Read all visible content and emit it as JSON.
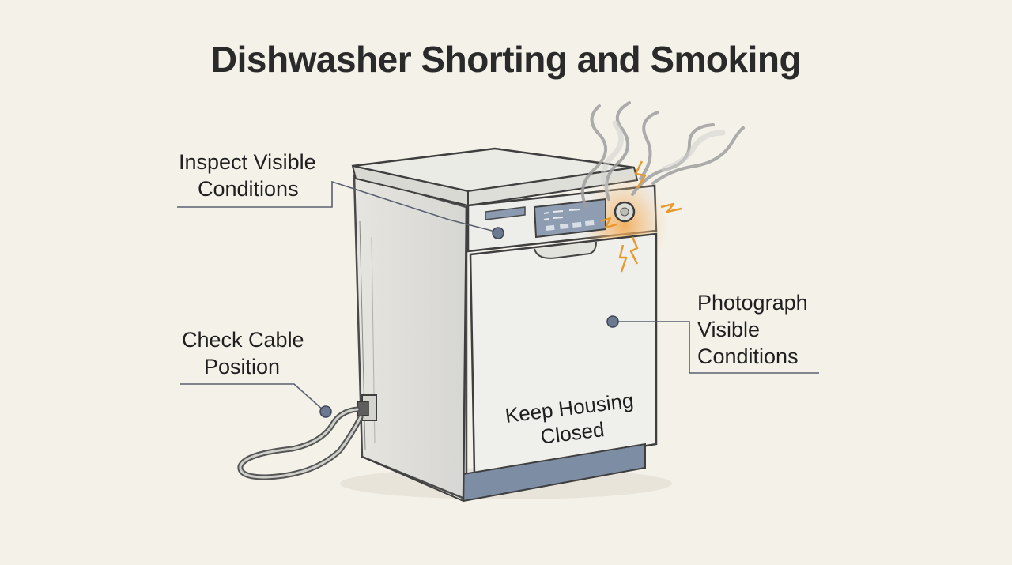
{
  "title": "Dishwasher Shorting and Smoking",
  "callouts": {
    "inspect": {
      "line1": "Inspect Visible",
      "line2": "Conditions"
    },
    "cable": {
      "line1": "Check Cable",
      "line2": "Position"
    },
    "photograph": {
      "line1": "Photograph",
      "line2": "Visible",
      "line3": "Conditions"
    },
    "housing": {
      "line1": "Keep Housing",
      "line2": "Closed"
    }
  },
  "colors": {
    "background": "#f4f1e9",
    "outline": "#4a4a4a",
    "accent_blue": "#7d8da3",
    "spark": "#f0a640",
    "smoke": "#b8b8b8"
  }
}
